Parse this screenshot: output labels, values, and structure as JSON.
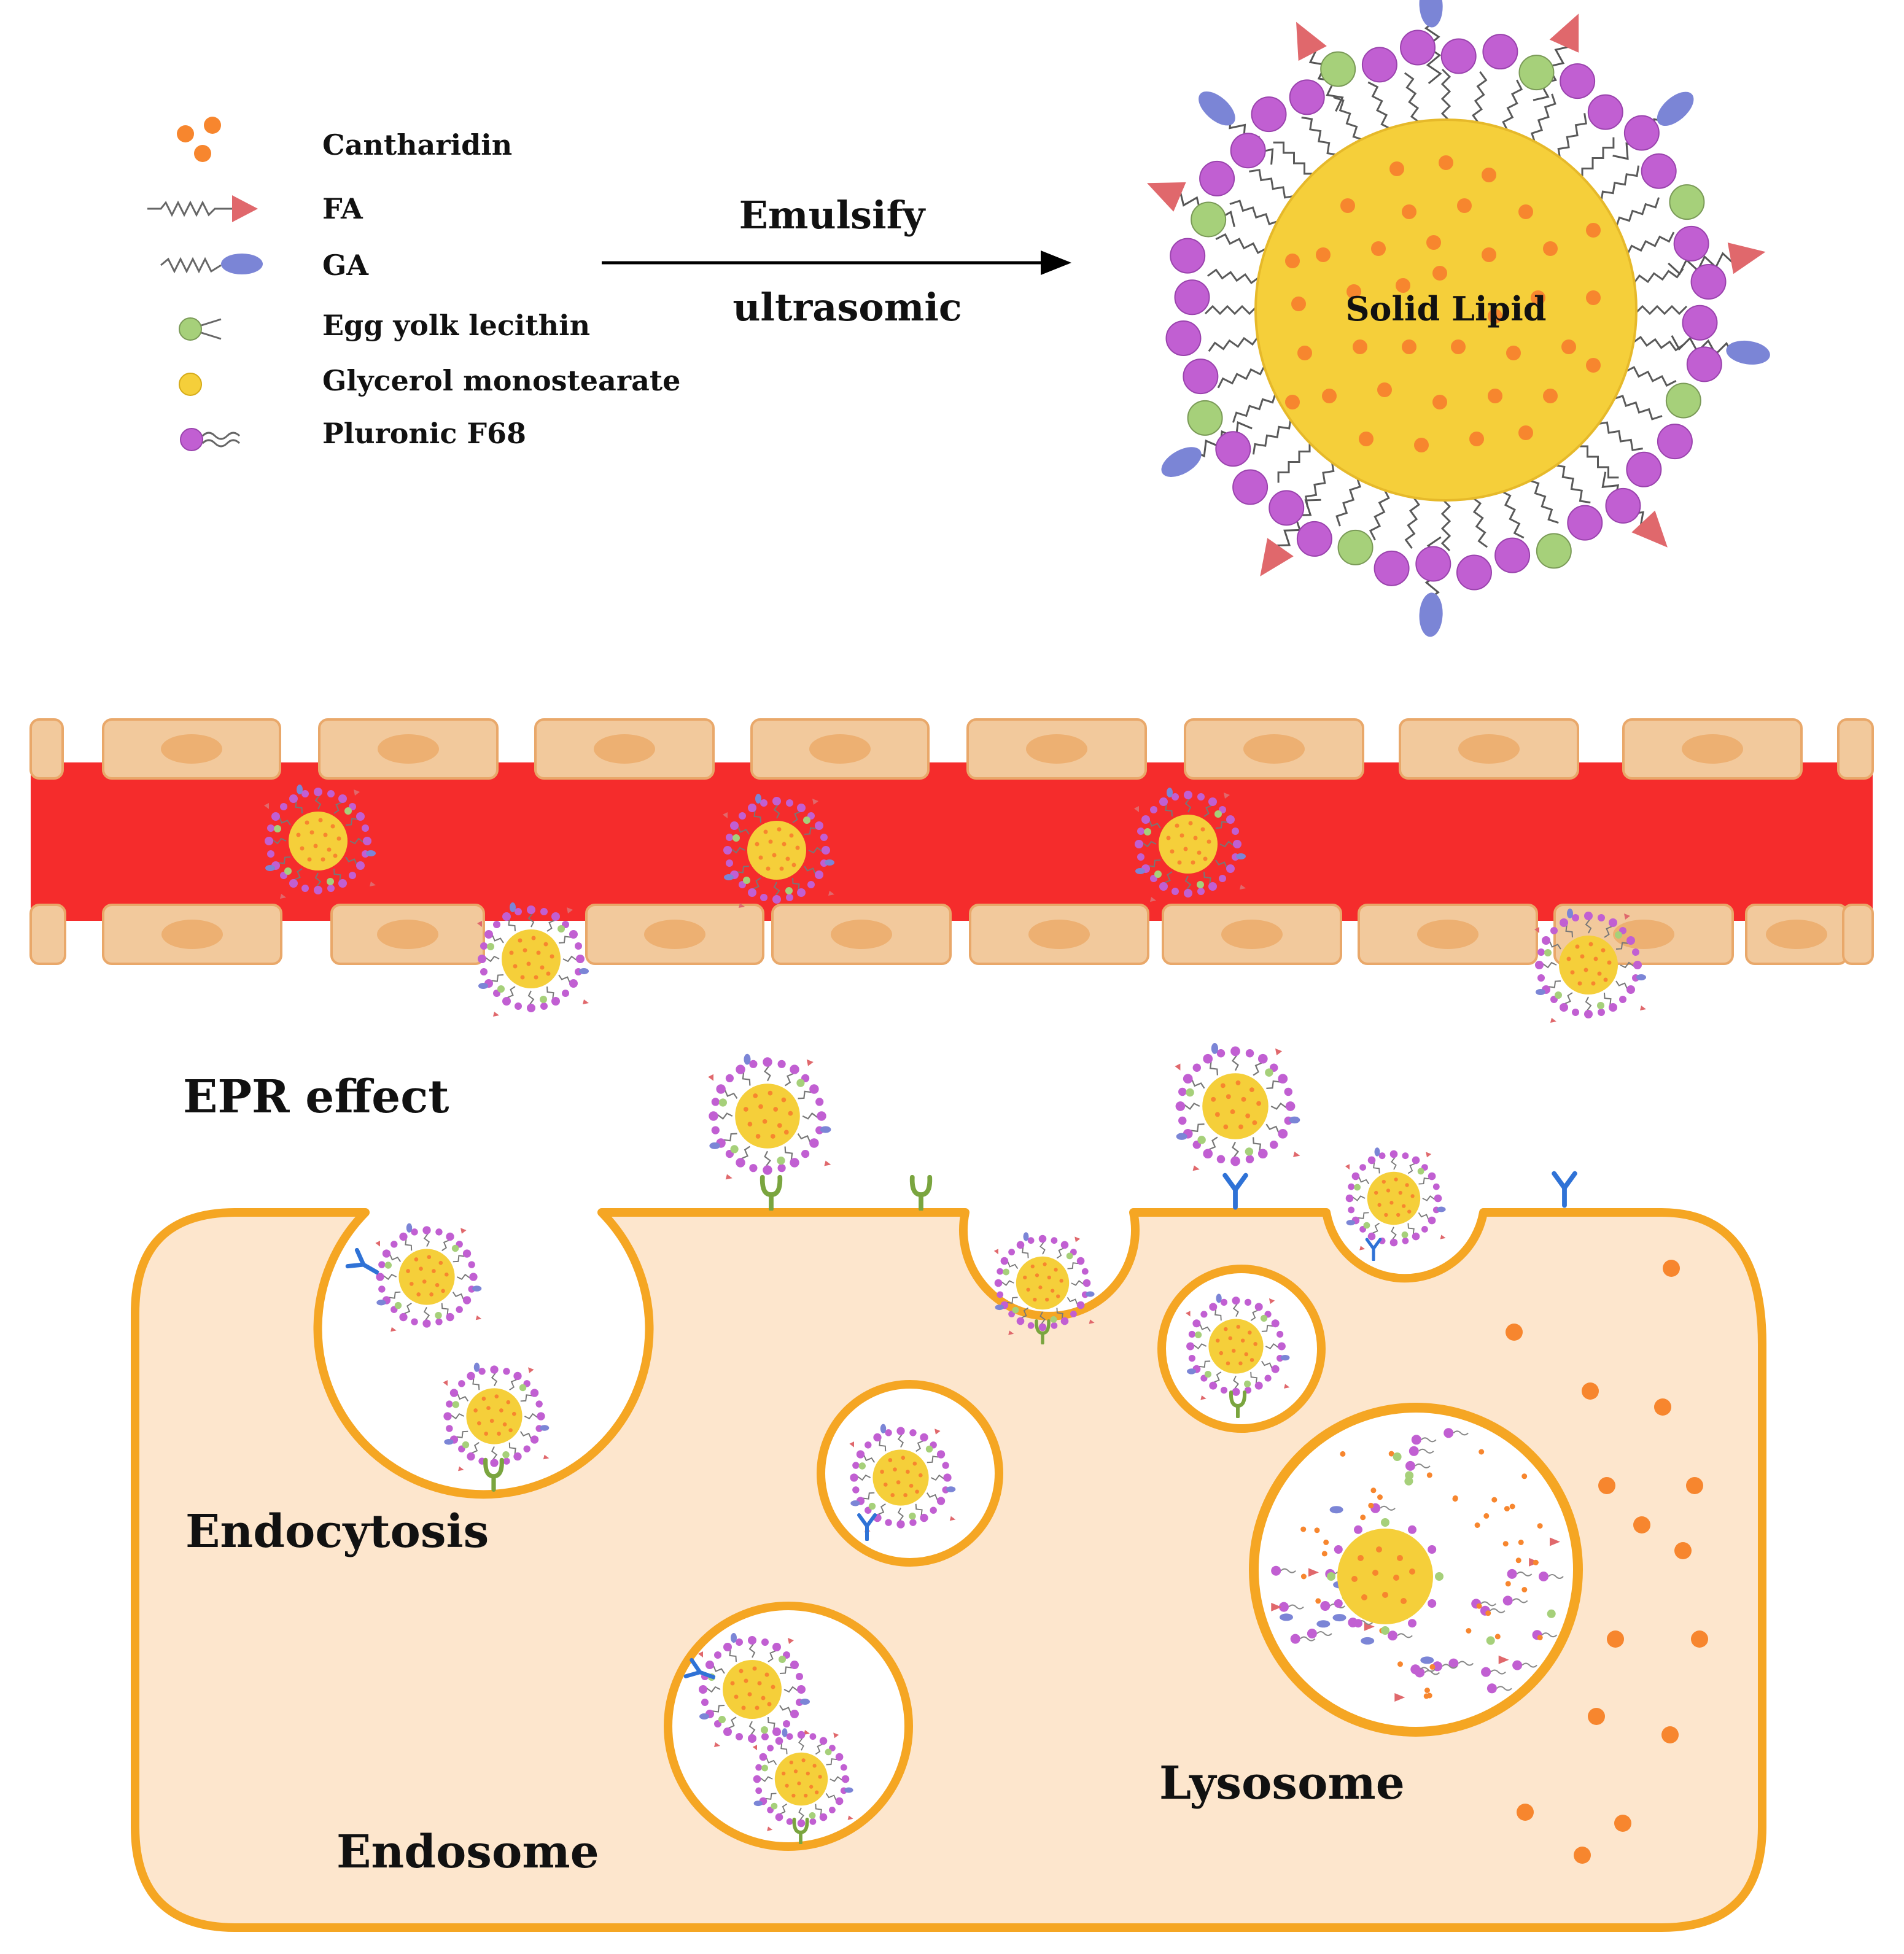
{
  "legend": {
    "cantharidin": "Cantharidin",
    "fa": "FA",
    "ga": "GA",
    "lecithin": "Egg  yolk  lecithin",
    "glycerol": "Glycerol  monostearate",
    "pluronic": "Pluronic  F68"
  },
  "process": {
    "top": "Emulsify",
    "bottom": "ultrasomic"
  },
  "particle": {
    "core_label": "Solid  Lipid"
  },
  "labels": {
    "epr": "EPR  effect",
    "endocytosis": "Endocytosis",
    "endosome": "Endosome",
    "lysosome": "Lysosome"
  },
  "colors": {
    "cantharidin": "#f7862e",
    "fa_arrow": "#e0686c",
    "ga": "#7b85d6",
    "lecithin": "#a6d07a",
    "pluronic": "#c15fd2",
    "lipid_core": "#f5cf3a",
    "blood": "#f52c2c",
    "endothelial": "#f2c99c",
    "nucleus": "#edb072",
    "cell_fill": "#fde6cd",
    "cell_border": "#f5a623",
    "receptor_green": "#7aa53f",
    "receptor_blue": "#2f72d6"
  }
}
